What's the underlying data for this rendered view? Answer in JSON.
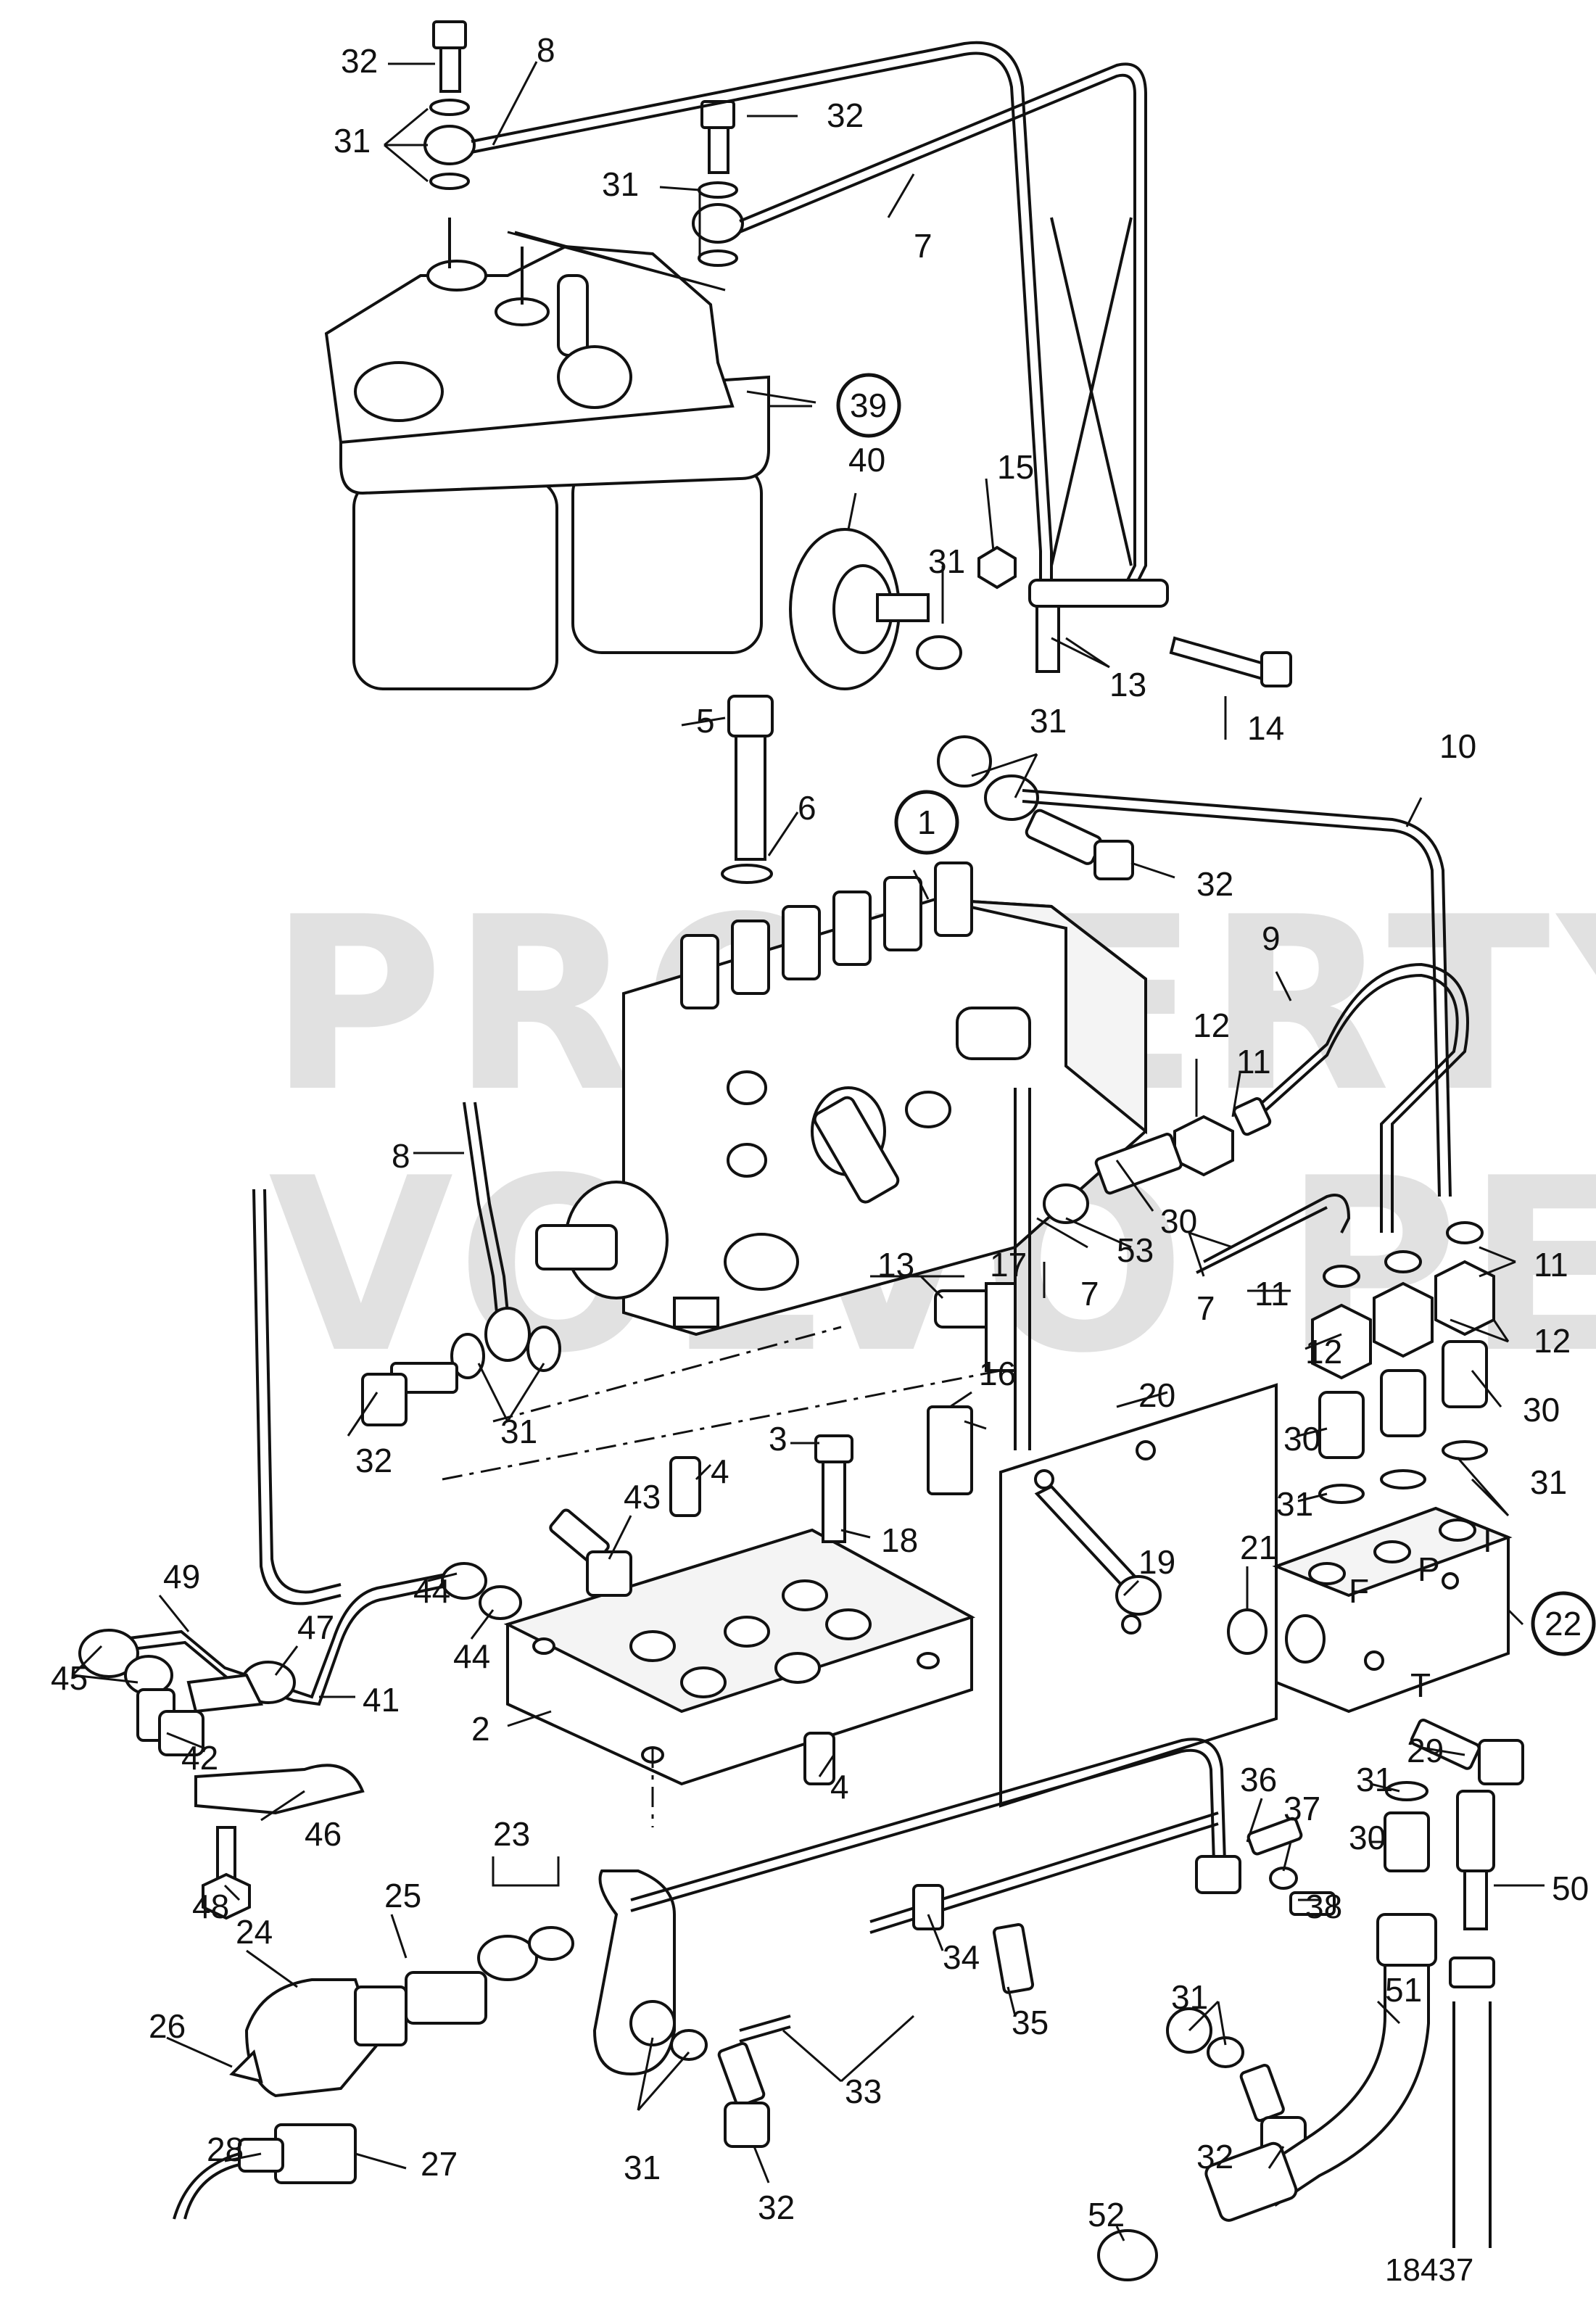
{
  "watermark": {
    "line1": "PROPERTY OF",
    "line2": "VOLVO PENTA"
  },
  "figure_number": "18437",
  "callouts": [
    {
      "label": "32"
    },
    {
      "label": "8"
    },
    {
      "label": "31"
    },
    {
      "label": "32"
    },
    {
      "label": "31"
    },
    {
      "label": "7"
    },
    {
      "label": "39",
      "circled": true
    },
    {
      "label": "40"
    },
    {
      "label": "15"
    },
    {
      "label": "31"
    },
    {
      "label": "13"
    },
    {
      "label": "14"
    },
    {
      "label": "5"
    },
    {
      "label": "6"
    },
    {
      "label": "31"
    },
    {
      "label": "10"
    },
    {
      "label": "1",
      "circled": true
    },
    {
      "label": "32"
    },
    {
      "label": "9"
    },
    {
      "label": "12"
    },
    {
      "label": "11"
    },
    {
      "label": "8"
    },
    {
      "label": "31"
    },
    {
      "label": "30"
    },
    {
      "label": "53"
    },
    {
      "label": "7"
    },
    {
      "label": "17"
    },
    {
      "label": "13"
    },
    {
      "label": "7"
    },
    {
      "label": "11"
    },
    {
      "label": "11"
    },
    {
      "label": "12"
    },
    {
      "label": "12"
    },
    {
      "label": "20"
    },
    {
      "label": "30"
    },
    {
      "label": "30"
    },
    {
      "label": "16"
    },
    {
      "label": "31"
    },
    {
      "label": "31"
    },
    {
      "label": "32"
    },
    {
      "label": "3"
    },
    {
      "label": "4"
    },
    {
      "label": "43"
    },
    {
      "label": "18"
    },
    {
      "label": "19"
    },
    {
      "label": "21"
    },
    {
      "label": "49"
    },
    {
      "label": "44"
    },
    {
      "label": "47"
    },
    {
      "label": "44"
    },
    {
      "label": "45"
    },
    {
      "label": "41"
    },
    {
      "label": "2"
    },
    {
      "label": "22",
      "circled": true
    },
    {
      "label": "42"
    },
    {
      "label": "29"
    },
    {
      "label": "46"
    },
    {
      "label": "4"
    },
    {
      "label": "36"
    },
    {
      "label": "37"
    },
    {
      "label": "31"
    },
    {
      "label": "30"
    },
    {
      "label": "50"
    },
    {
      "label": "48"
    },
    {
      "label": "38"
    },
    {
      "label": "23"
    },
    {
      "label": "24"
    },
    {
      "label": "25"
    },
    {
      "label": "34"
    },
    {
      "label": "35"
    },
    {
      "label": "31"
    },
    {
      "label": "51"
    },
    {
      "label": "26"
    },
    {
      "label": "33"
    },
    {
      "label": "32"
    },
    {
      "label": "28"
    },
    {
      "label": "27"
    },
    {
      "label": "31"
    },
    {
      "label": "32"
    },
    {
      "label": "52"
    }
  ],
  "valve_block_ports": {
    "f": "F",
    "p": "P",
    "i": "I",
    "t": "T"
  }
}
